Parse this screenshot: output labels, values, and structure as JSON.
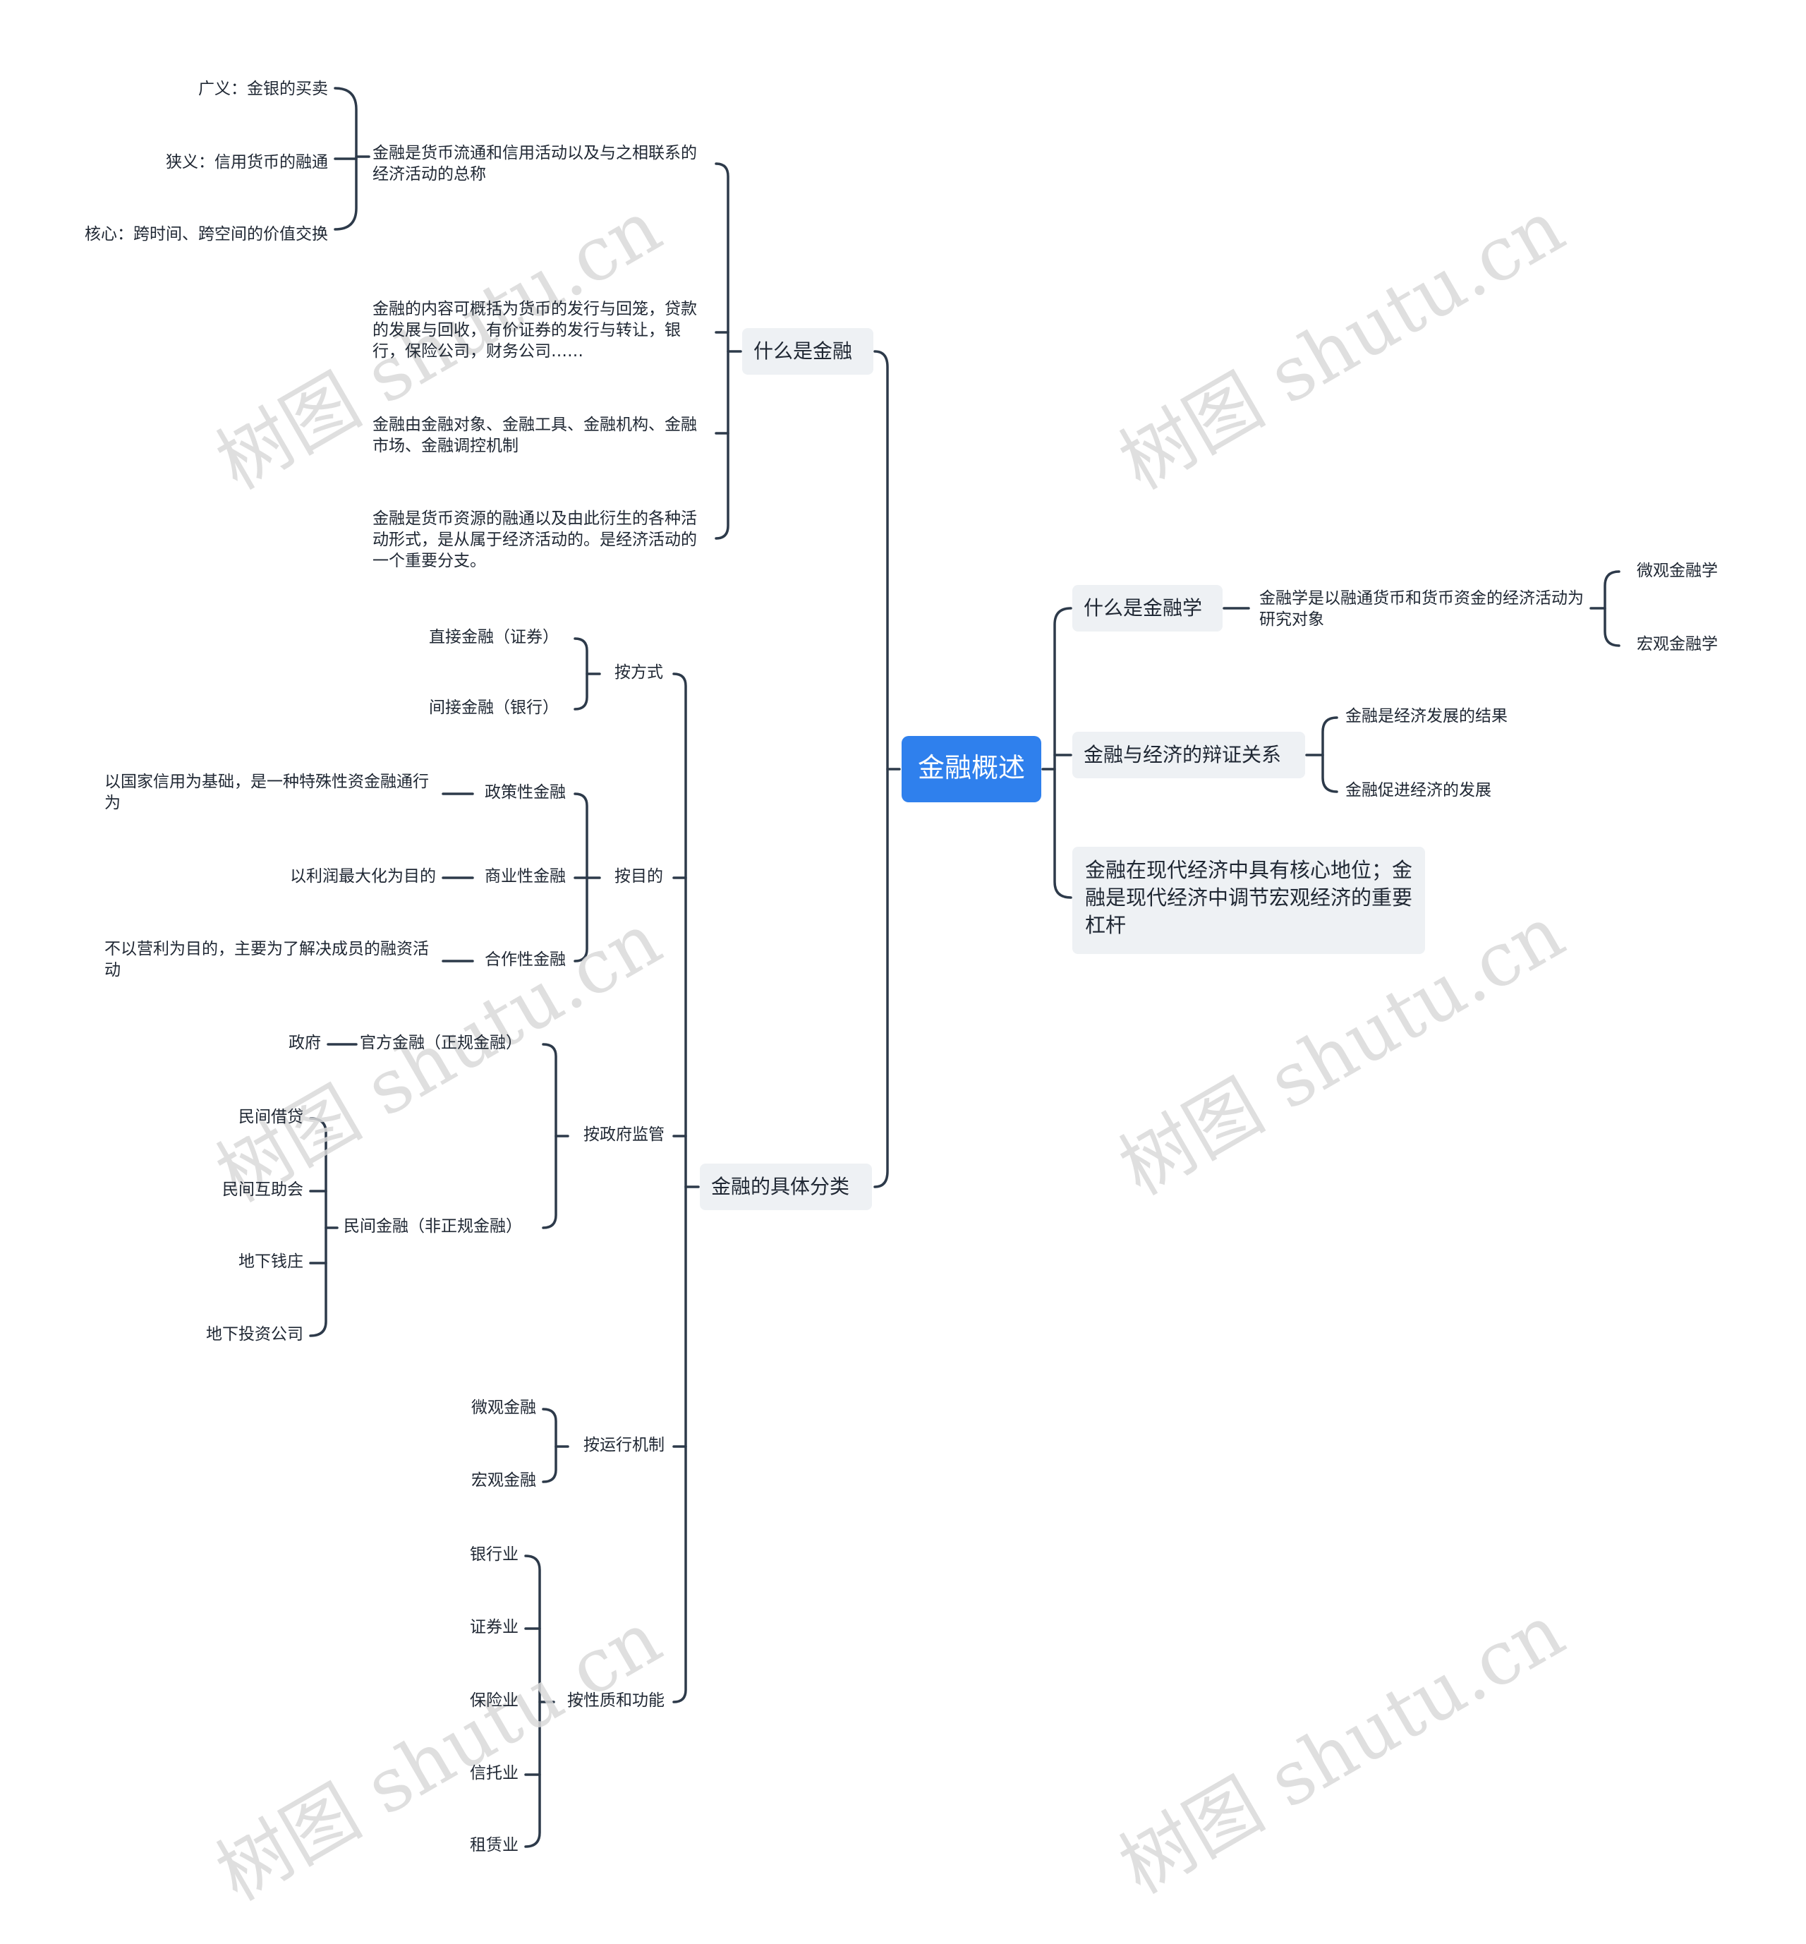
{
  "root": "金融概述",
  "watermark": "树图 shutu.cn",
  "colors": {
    "root": "#2f80ed",
    "line": "#2d3a4a",
    "box": "#eef1f4",
    "watermark": "#d9d9d9"
  },
  "left": {
    "what_is_finance": {
      "label": "什么是金融",
      "def1": {
        "text": "金融是货币流通和信用活动以及与之相联系的经济活动的总称",
        "children": [
          "广义：金银的买卖",
          "狭义：信用货币的融通",
          "核心：跨时间、跨空间的价值交换"
        ]
      },
      "content": "金融的内容可概括为货币的发行与回笼，贷款的发展与回收，有价证券的发行与转让，银行，保险公司，财务公司……",
      "elements": "金融由金融对象、金融工具、金融机构、金融市场、金融调控机制",
      "def2": "金融是货币资源的融通以及由此衍生的各种活动形式，是从属于经济活动的。是经济活动的一个重要分支。"
    },
    "classification": {
      "label": "金融的具体分类",
      "by_method": {
        "label": "按方式",
        "items": [
          "直接金融（证券）",
          "间接金融（银行）"
        ]
      },
      "by_purpose": {
        "label": "按目的",
        "items": [
          {
            "label": "政策性金融",
            "desc": "以国家信用为基础，是一种特殊性资金融通行为"
          },
          {
            "label": "商业性金融",
            "desc": "以利润最大化为目的"
          },
          {
            "label": "合作性金融",
            "desc": "不以营利为目的，主要为了解决成员的融资活动"
          }
        ]
      },
      "by_regulation": {
        "label": "按政府监管",
        "official": {
          "label": "官方金融（正规金融）",
          "desc": "政府"
        },
        "private": {
          "label": "民间金融（非正规金融）",
          "items": [
            "民间借贷",
            "民间互助会",
            "地下钱庄",
            "地下投资公司"
          ]
        }
      },
      "by_mechanism": {
        "label": "按运行机制",
        "items": [
          "微观金融",
          "宏观金融"
        ]
      },
      "by_function": {
        "label": "按性质和功能",
        "items": [
          "银行业",
          "证券业",
          "保险业",
          "信托业",
          "租赁业"
        ]
      }
    }
  },
  "right": {
    "finance_study": {
      "label": "什么是金融学",
      "desc": "金融学是以融通货币和货币资金的经济活动为研究对象",
      "items": [
        "微观金融学",
        "宏观金融学"
      ]
    },
    "dialectic": {
      "label": "金融与经济的辩证关系",
      "items": [
        "金融是经济发展的结果",
        "金融促进经济的发展"
      ]
    },
    "core": "金融在现代经济中具有核心地位；金融是现代经济中调节宏观经济的重要杠杆"
  }
}
